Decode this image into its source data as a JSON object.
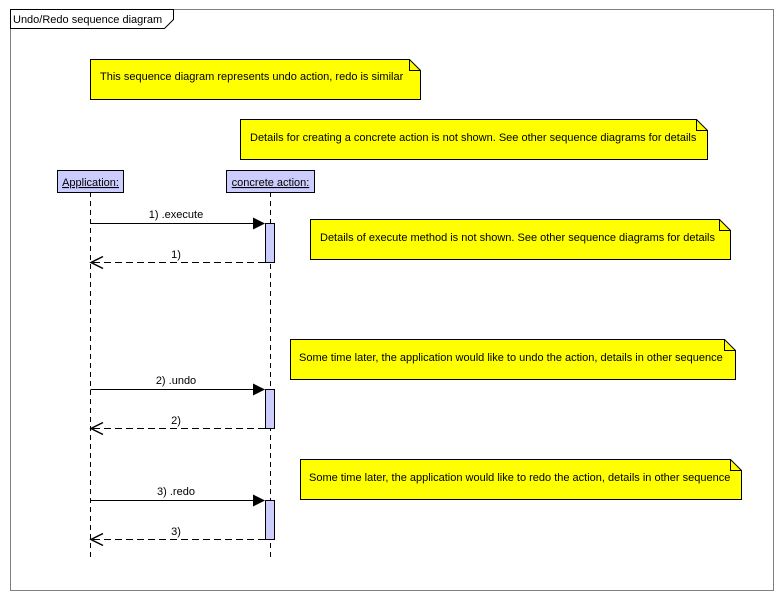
{
  "frame": {
    "title": "Undo/Redo sequence diagram"
  },
  "colors": {
    "note_fill": "#ffff00",
    "lifeline_fill": "#ccccff",
    "stroke": "#000000"
  },
  "notes": [
    {
      "text": "This sequence diagram represents undo action, redo is similar"
    },
    {
      "text": "Details for creating a concrete action is not shown. See other sequence diagrams for details"
    },
    {
      "text": "Details of execute method is not shown. See other sequence diagrams for details"
    },
    {
      "text": "Some time later, the application would like to undo the action, details in other sequence"
    },
    {
      "text": "Some time later, the application would like to redo the action, details in other sequence"
    }
  ],
  "lifelines": [
    {
      "name": "Application:"
    },
    {
      "name": "concrete action:"
    }
  ],
  "messages": [
    {
      "label": "1) .execute",
      "kind": "call"
    },
    {
      "label": "1)",
      "kind": "return"
    },
    {
      "label": "2) .undo",
      "kind": "call"
    },
    {
      "label": "2)",
      "kind": "return"
    },
    {
      "label": "3) .redo",
      "kind": "call"
    },
    {
      "label": "3)",
      "kind": "return"
    }
  ]
}
